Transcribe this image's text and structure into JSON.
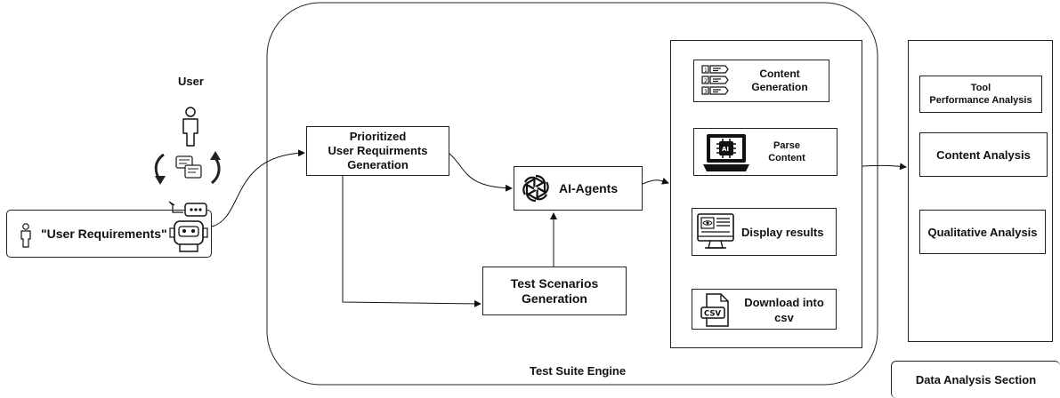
{
  "user": {
    "title": "User"
  },
  "user_requirements": {
    "label": "\"User Requirements\""
  },
  "prioritized": {
    "line1": "Prioritized",
    "line2": "User Requirments",
    "line3": "Generation"
  },
  "ai_agents": {
    "label": "AI-Agents"
  },
  "test_scenarios": {
    "line1": "Test Scenarios",
    "line2": "Generation"
  },
  "engine": {
    "label": "Test Suite Engine"
  },
  "pipeline": {
    "content_generation": {
      "line1": "Content",
      "line2": "Generation"
    },
    "parse_content": {
      "line1": "Parse",
      "line2": "Content"
    },
    "display_results": {
      "label": "Display results"
    },
    "download": {
      "line1": "Download into",
      "line2": "csv"
    }
  },
  "analysis": {
    "tool_performance": {
      "line1": "Tool",
      "line2": "Performance Analysis"
    },
    "content_analysis": {
      "label": "Content Analysis"
    },
    "qualitative_analysis": {
      "label": "Qualitative Analysis"
    },
    "section_label": "Data Analysis Section"
  },
  "icons": {
    "user": "person-icon",
    "chat": "chat-bubbles-icon",
    "robot": "robot-chat-icon",
    "openai": "openai-logo-icon",
    "list": "numbered-list-icon",
    "ai_laptop": "ai-laptop-icon",
    "monitor": "monitor-results-icon",
    "csv": "csv-file-icon"
  }
}
